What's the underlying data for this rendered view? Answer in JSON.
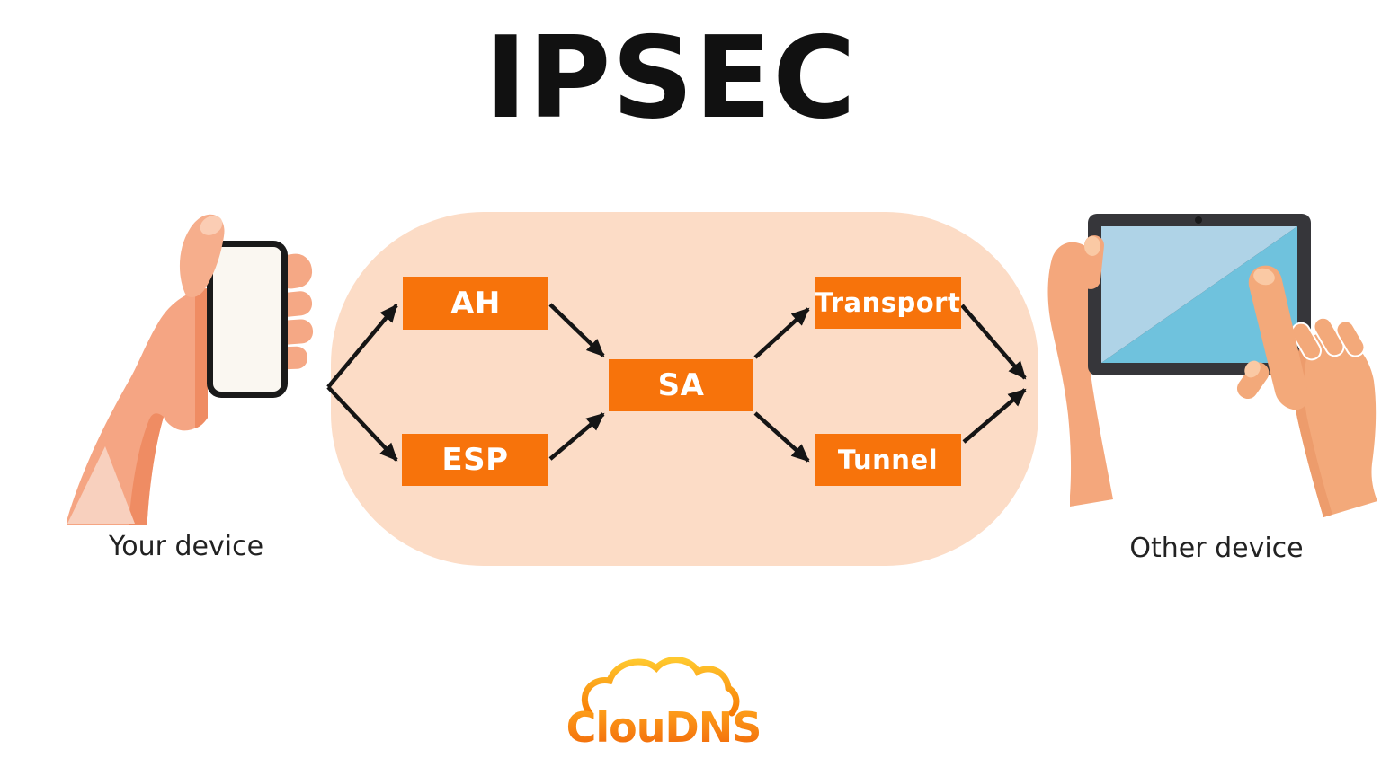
{
  "title": "IPSEC",
  "diagram": {
    "nodes": [
      {
        "id": "ah",
        "label": "AH"
      },
      {
        "id": "esp",
        "label": "ESP"
      },
      {
        "id": "sa",
        "label": "SA"
      },
      {
        "id": "transport",
        "label": "Transport"
      },
      {
        "id": "tunnel",
        "label": "Tunnel"
      }
    ],
    "edges": [
      {
        "from": "your-device",
        "to": "ah"
      },
      {
        "from": "your-device",
        "to": "esp"
      },
      {
        "from": "ah",
        "to": "sa"
      },
      {
        "from": "esp",
        "to": "sa"
      },
      {
        "from": "sa",
        "to": "transport"
      },
      {
        "from": "sa",
        "to": "tunnel"
      },
      {
        "from": "transport",
        "to": "other-device"
      },
      {
        "from": "tunnel",
        "to": "other-device"
      }
    ]
  },
  "labels": {
    "left_device": "Your device",
    "right_device": "Other device"
  },
  "logo": {
    "text": "ClouDNS"
  },
  "colors": {
    "node_orange": "#F7730B",
    "capsule_peach": "#FCDCC6",
    "arrow_black": "#151515",
    "title_black": "#111111",
    "logo_orange_dark": "#F1660A",
    "logo_orange_light": "#FFA71C",
    "skin_main": "#F5A583",
    "skin_shadow": "#EF8C63",
    "skin_highlight": "#FAC9A4",
    "tablet_body": "#36363A",
    "screen_blue_light": "#AFD3E7",
    "screen_blue_dark": "#6FC2DD",
    "phone_screen": "#FAF7F1"
  }
}
